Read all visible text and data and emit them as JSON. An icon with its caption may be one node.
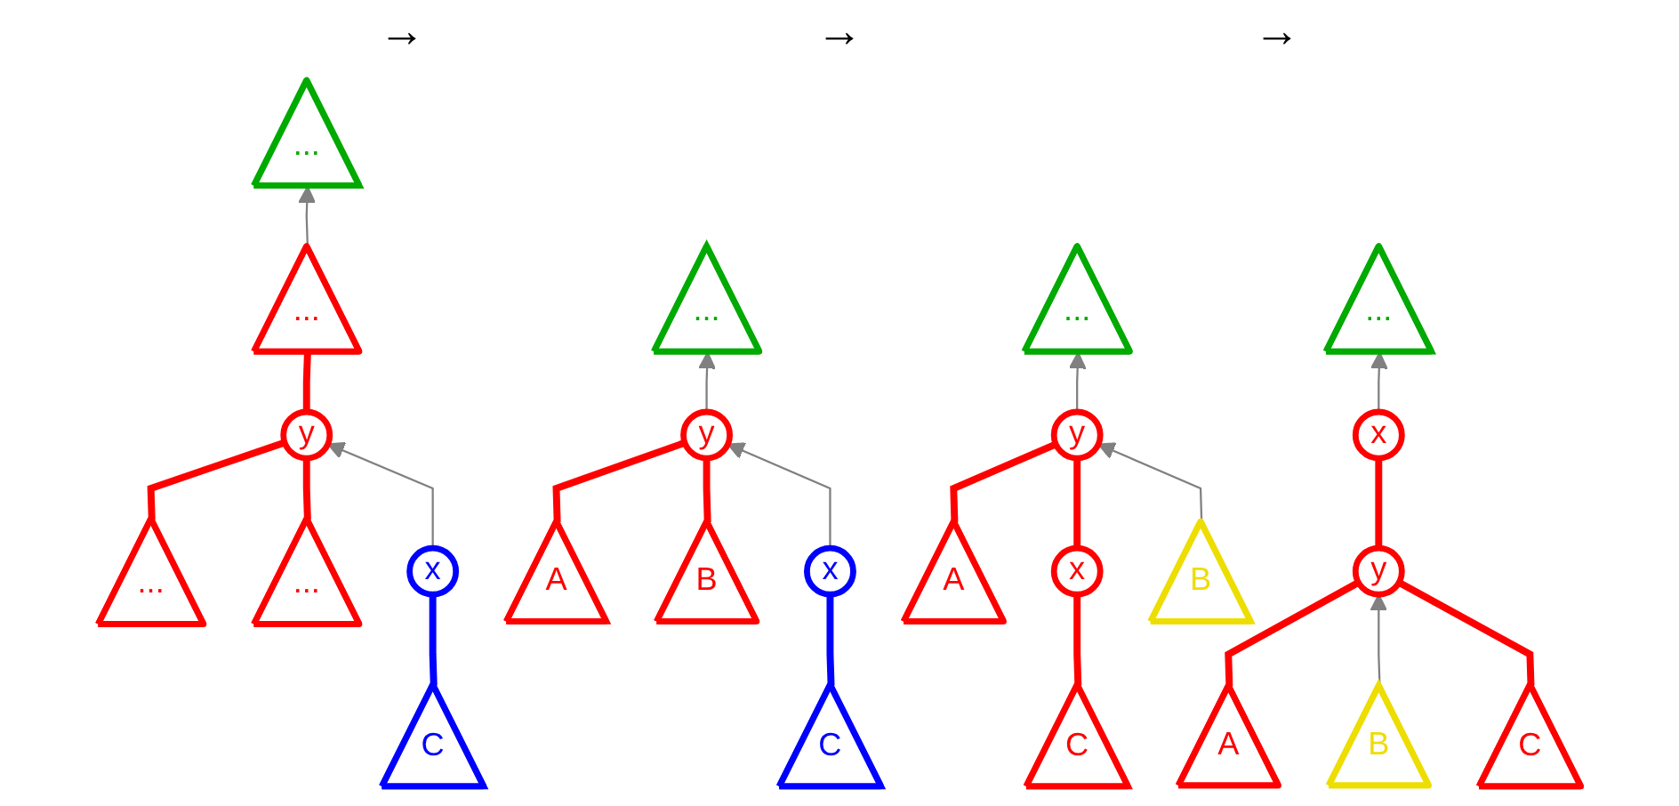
{
  "diagram": {
    "nodes": [
      {
        "text": [
          "..."
        ]
      },
      {
        "text": [
          "..."
        ]
      },
      {
        "text": [
          "y"
        ]
      },
      {
        "text": [
          "..."
        ]
      },
      {
        "text": [
          "x"
        ]
      },
      {
        "text": [
          "..."
        ]
      },
      {
        "text": [
          "C"
        ]
      },
      {
        "text": [
          "..."
        ]
      },
      {
        "text": [
          "y"
        ]
      },
      {
        "text": [
          "A"
        ]
      },
      {
        "text": [
          "x"
        ]
      },
      {
        "text": [
          "B"
        ]
      },
      {
        "text": [
          "C"
        ]
      },
      {
        "text": [
          "..."
        ]
      },
      {
        "text": [
          "y"
        ]
      },
      {
        "text": [
          "A"
        ]
      },
      {
        "text": [
          "x"
        ]
      },
      {
        "text": [
          "B"
        ]
      },
      {
        "text": [
          "C"
        ]
      },
      {
        "text": [
          "..."
        ]
      },
      {
        "text": [
          "x"
        ]
      },
      {
        "text": [
          "y"
        ]
      },
      {
        "text": [
          "A"
        ]
      },
      {
        "text": [
          "B"
        ]
      },
      {
        "text": [
          "C"
        ]
      }
    ],
    "edges": [
      {
        "from": 1,
        "to": 0,
        "arrow": "to",
        "color": "#808080"
      },
      {
        "from": 2,
        "to": 1,
        "arrow": "none"
      },
      {
        "from": 3,
        "to": 2,
        "arrow": "none"
      },
      {
        "from": 5,
        "to": 2,
        "arrow": "none"
      },
      {
        "from": 4,
        "to": 2,
        "arrow": "to",
        "color": "#808080"
      },
      {
        "from": 6,
        "to": 4,
        "arrow": "none",
        "color": "#0000ff"
      },
      {
        "from": 8,
        "to": 7,
        "arrow": "to",
        "color": "#808080"
      },
      {
        "from": 9,
        "to": 8,
        "arrow": "none"
      },
      {
        "from": 11,
        "to": 8,
        "arrow": "none"
      },
      {
        "from": 10,
        "to": 8,
        "arrow": "to",
        "color": "#808080"
      },
      {
        "from": 12,
        "to": 10,
        "arrow": "none",
        "color": "#0000ff"
      },
      {
        "from": 14,
        "to": 13,
        "arrow": "to",
        "color": "#808080"
      },
      {
        "from": 15,
        "to": 14,
        "arrow": "none"
      },
      {
        "from": 16,
        "to": 14,
        "arrow": "none"
      },
      {
        "from": 17,
        "to": 14,
        "arrow": "to",
        "color": "#808080"
      },
      {
        "from": 18,
        "to": 16,
        "arrow": "none"
      },
      {
        "from": 20,
        "to": 19,
        "arrow": "to",
        "color": "#808080"
      },
      {
        "from": 21,
        "to": 20,
        "arrow": "none"
      },
      {
        "from": 22,
        "to": 21,
        "arrow": "none"
      },
      {
        "from": 23,
        "to": 21,
        "arrow": "to",
        "color": "#808080"
      },
      {
        "from": 24,
        "to": 21,
        "arrow": "none"
      }
    ],
    "labels": [
      "→",
      "→",
      "→"
    ]
  }
}
